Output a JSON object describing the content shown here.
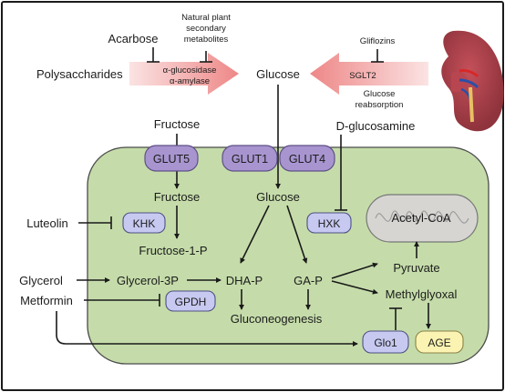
{
  "colors": {
    "frame_border": "#1a1a1a",
    "cell_fill": "#c5dcaa",
    "cell_stroke": "#4b4b4b",
    "transporter_fill": "#a895d0",
    "enzyme_fill": "#c7c9f1",
    "age_fill": "#fbf3b1",
    "mito_fill": "#d6d5d2",
    "pink_arrow_start": "#f6c3c3",
    "pink_arrow_end": "#ee8585",
    "kidney_fill": "#a7414a"
  },
  "inhibitors": {
    "acarbose": "Acarbose",
    "natural_line1": "Natural plant",
    "natural_line2": "secondary",
    "natural_line3": "metabolites",
    "gliflozins": "Gliflozins",
    "luteolin": "Luteolin",
    "metformin": "Metformin"
  },
  "gut": {
    "polysaccharides": "Polysaccharides",
    "alpha_glucosidase": "α-glucosidase",
    "alpha_amylase": "α-amylase"
  },
  "kidney": {
    "sglt2": "SGLT2",
    "reabsorption_line1": "Glucose",
    "reabsorption_line2": "reabsorption"
  },
  "metabolites": {
    "glucose_outside": "Glucose",
    "fructose_outside": "Fructose",
    "d_glucosamine": "D-glucosamine",
    "fructose_inside": "Fructose",
    "glucose_inside": "Glucose",
    "fructose_1p": "Fructose-1-P",
    "glycerol": "Glycerol",
    "glycerol_3p": "Glycerol-3P",
    "dha_p": "DHA-P",
    "ga_p": "GA-P",
    "gluconeogenesis": "Gluconeogenesis",
    "pyruvate": "Pyruvate",
    "methylglyoxal": "Methylglyoxal",
    "acetyl_coa": "Acetyl-CoA"
  },
  "transporters": {
    "glut5": "GLUT5",
    "glut1": "GLUT1",
    "glut4": "GLUT4"
  },
  "enzymes": {
    "khk": "KHK",
    "hxk": "HXK",
    "gpdh": "GPDH",
    "glo1": "Glo1",
    "age": "AGE"
  }
}
